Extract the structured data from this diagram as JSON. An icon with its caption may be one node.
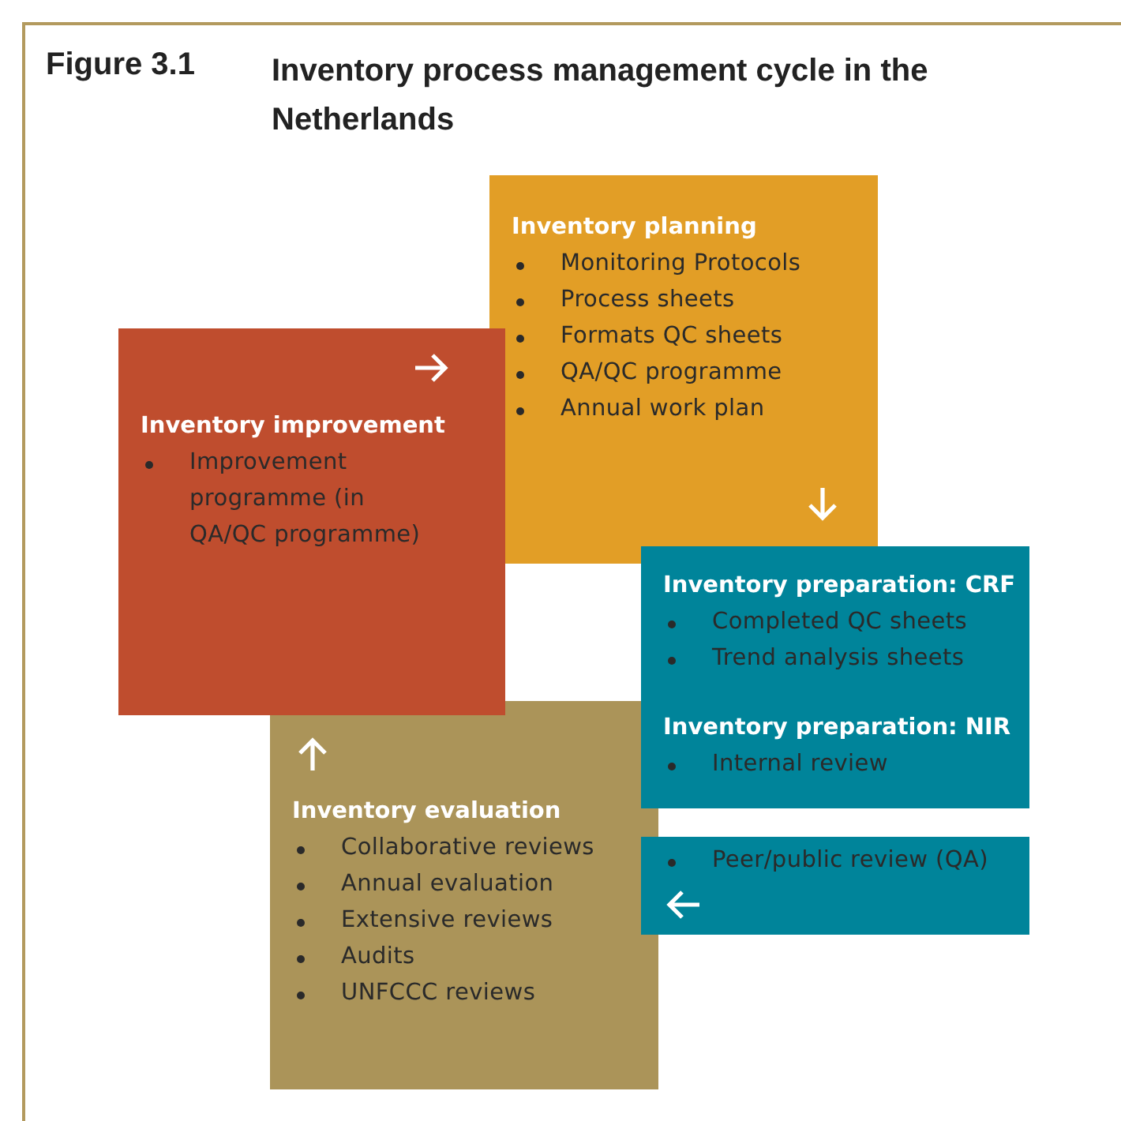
{
  "diagram": {
    "title": "Inventory process management cycle in the Netherlands",
    "nodes": [
      {
        "text": [
          "Inventory planning",
          "Monitoring Protocols",
          "Process sheets",
          "Formats QC sheets",
          "QA/QC programme",
          "Annual work plan"
        ]
      },
      {
        "text": [
          "Inventory improvement",
          "Improvement programme (in QA/QC programme)"
        ]
      },
      {
        "text": [
          "Inventory preparation: CRF",
          "Completed QC sheets",
          "Trend analysis sheets",
          "Inventory preparation: NIR",
          "Internal review"
        ]
      },
      {
        "text": [
          "Inventory evaluation",
          "Collaborative reviews",
          "Annual evaluation",
          "Extensive reviews",
          "Audits",
          "UNFCCC reviews"
        ]
      },
      {
        "text": [
          "Peer/public review (QA)"
        ]
      }
    ],
    "labels": [
      "Figure 3.1"
    ]
  }
}
